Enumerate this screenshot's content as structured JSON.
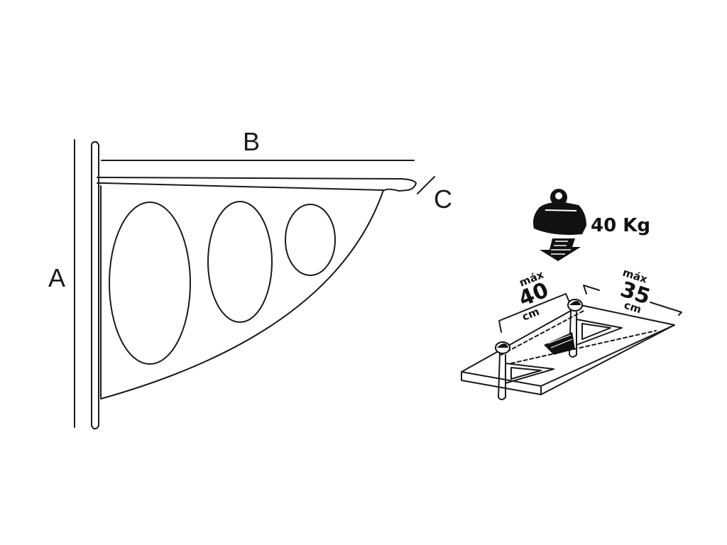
{
  "bracket": {
    "label_a": "A",
    "label_b": "B",
    "label_c": "C"
  },
  "installation": {
    "weight_text": "40 Kg",
    "spacing": {
      "prefix": "máx",
      "value": "40",
      "unit": "cm"
    },
    "depth": {
      "prefix": "máx",
      "value": "35",
      "unit": "cm"
    }
  }
}
